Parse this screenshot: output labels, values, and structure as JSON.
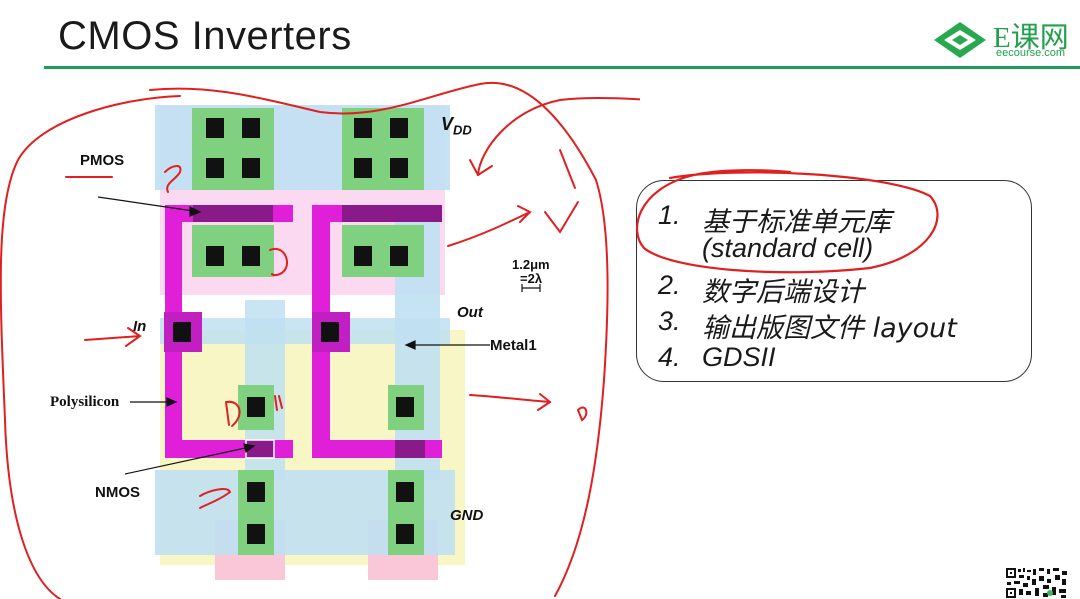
{
  "slide": {
    "title": "CMOS Inverters"
  },
  "logo": {
    "name": "E课网",
    "url_text": "eecourse.com",
    "color": "#22a04e"
  },
  "layout_labels": {
    "pmos": "PMOS",
    "in": "In",
    "polysilicon": "Polysilicon",
    "nmos": "NMOS",
    "vdd_main": "V",
    "vdd_sub": "DD",
    "out": "Out",
    "metal1": "Metal1",
    "gnd": "GND",
    "scale_line1": "1.2μm",
    "scale_line2": "=2λ"
  },
  "design_steps": [
    {
      "num": "1.",
      "text": "基于标准单元库"
    },
    {
      "num": "",
      "text": "(standard cell)"
    },
    {
      "num": "2.",
      "text": "数字后端设计"
    },
    {
      "num": "3.",
      "text": "输出版图文件 layout"
    },
    {
      "num": "4.",
      "text": "GDSII"
    }
  ],
  "colors": {
    "metal1": "#bfe0f2",
    "polysilicon": "#e020d8",
    "ndiff": "#f8f6c4",
    "active": "#7fd17f",
    "contact": "#111111",
    "annotation": "#e02020",
    "accent_rule": "#1c9e58"
  }
}
